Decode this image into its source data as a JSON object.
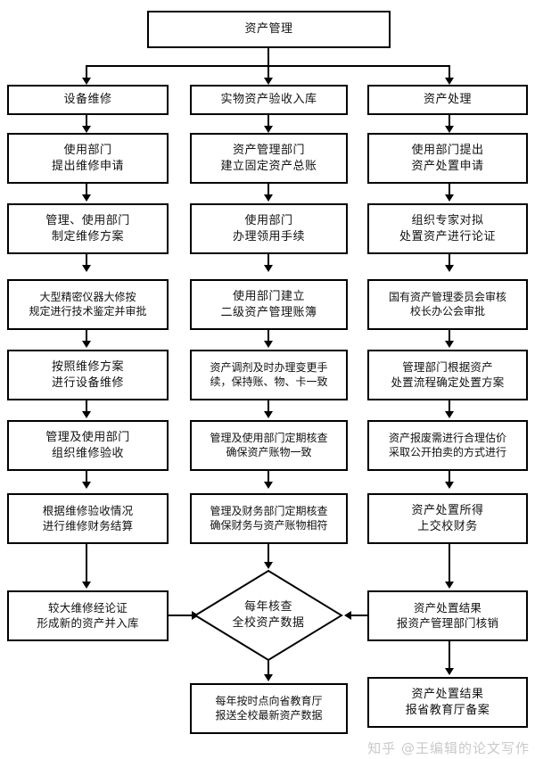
{
  "diagram": {
    "title": "资产管理",
    "watermark": "知乎 @王编辑的论文写作",
    "branches": {
      "left": "设备维修",
      "middle": "实物资产验收入库",
      "right": "资产处理"
    },
    "left_column": [
      {
        "l1": "使用部门",
        "l2": "提出维修申请"
      },
      {
        "l1": "管理、使用部门",
        "l2": "制定维修方案"
      },
      {
        "l1": "大型精密仪器大修按",
        "l2": "规定进行技术鉴定并审批"
      },
      {
        "l1": "按照维修方案",
        "l2": "进行设备维修"
      },
      {
        "l1": "管理及使用部门",
        "l2": "组织维修验收"
      },
      {
        "l1": "根据维修验收情况",
        "l2": "进行维修财务结算"
      },
      {
        "l1": "较大维修经论证",
        "l2": "形成新的资产并入库"
      }
    ],
    "middle_column": [
      {
        "l1": "资产管理部门",
        "l2": "建立固定资产总账"
      },
      {
        "l1": "使用部门",
        "l2": "办理领用手续"
      },
      {
        "l1": "使用部门建立",
        "l2": "二级资产管理账簿"
      },
      {
        "l1": "资产调剂及时办理变更手",
        "l2": "续，保持账、物、卡一致"
      },
      {
        "l1": "管理及使用部门定期核查",
        "l2": "确保资产账物一致"
      },
      {
        "l1": "管理及财务部门定期核查",
        "l2": "确保财务与资产账物相符"
      }
    ],
    "middle_decision": {
      "l1": "每年核查",
      "l2": "全校资产数据"
    },
    "middle_final": {
      "l1": "每年按时点向省教育厅",
      "l2": "报送全校最新资产数据"
    },
    "right_column": [
      {
        "l1": "使用部门提出",
        "l2": "资产处置申请"
      },
      {
        "l1": "组织专家对拟",
        "l2": "处置资产进行论证"
      },
      {
        "l1": "国有资产管理委员会审核",
        "l2": "校长办公会审批"
      },
      {
        "l1": "管理部门根据资产",
        "l2": "处置流程确定处置方案"
      },
      {
        "l1": "资产报废需进行合理估价",
        "l2": "采取公开拍卖的方式进行"
      },
      {
        "l1": "资产处置所得",
        "l2": "上交校财务"
      },
      {
        "l1": "资产处置结果",
        "l2": "报资产管理部门核销"
      },
      {
        "l1": "资产处置结果",
        "l2": "报省教育厅备案"
      }
    ],
    "colors": {
      "stroke": "#000000",
      "background": "#ffffff",
      "text": "#111111",
      "watermark": "#c9c9c9"
    }
  }
}
